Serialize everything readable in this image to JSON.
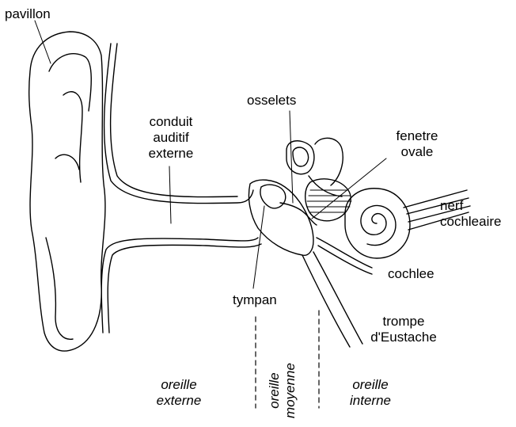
{
  "labels": {
    "pavillon": "pavillon",
    "conduit": [
      "conduit",
      "auditif",
      "externe"
    ],
    "osselets": "osselets",
    "fenetre": [
      "fenetre",
      "ovale"
    ],
    "nerf": [
      "nerf",
      "cochleaire"
    ],
    "cochlee": "cochlee",
    "tympan": "tympan",
    "trompe": [
      "trompe",
      "d'Eustache"
    ]
  },
  "regions": {
    "externe": [
      "oreille",
      "externe"
    ],
    "moyenne": [
      "oreille",
      "moyenne"
    ],
    "interne": [
      "oreille",
      "interne"
    ]
  }
}
